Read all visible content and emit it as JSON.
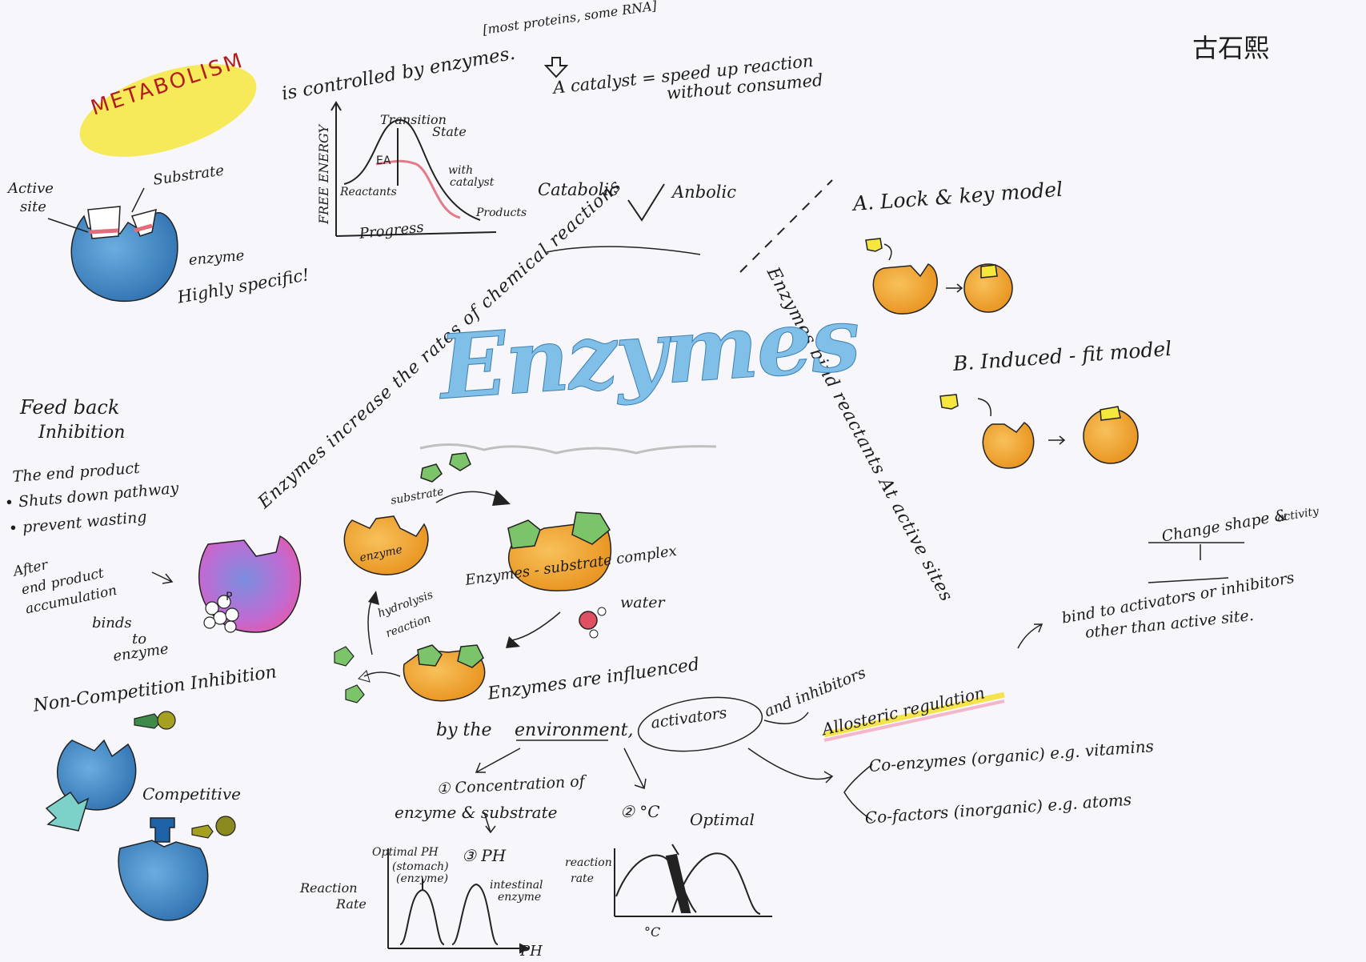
{
  "title": "Enzymes",
  "signature": "古石熙",
  "top": {
    "metabolism": "METABOLISM",
    "controlled": "is controlled by enzymes.",
    "proteins_note": "[most proteins, some RNA]",
    "catalyst_line1": "A catalyst = speed up reaction",
    "catalyst_line2": "without consumed"
  },
  "energy_graph": {
    "ylabel": "FREE ENERGY",
    "xlabel": "Progress",
    "transition": "Transition",
    "state": "State",
    "ea": "EA",
    "reactants": "Reactants",
    "with_catalyst_1": "with",
    "with_catalyst_2": "catalyst",
    "products": "Products"
  },
  "active_site": {
    "active_site_1": "Active",
    "active_site_2": "site",
    "substrate": "Substrate",
    "enzyme": "enzyme",
    "specific": "Highly specific!"
  },
  "catabolic": "Catabolic",
  "anabolic": "Anbolic",
  "rates_line": "Enzymes increase the rates of chemical reactions",
  "bind_line": "Enzymes bind reactants At active sites",
  "models": {
    "lock": "A. Lock & key model",
    "induced": "B. Induced - fit model"
  },
  "feedback": {
    "title1": "Feed back",
    "title2": "Inhibition",
    "line1": "The end product",
    "line2": "• Shuts down pathway",
    "line3": "• prevent wasting",
    "after1": "After",
    "after2": "end product",
    "after3": "accumulation",
    "binds1": "binds",
    "binds2": "to",
    "binds3": "enzyme",
    "p": "P"
  },
  "cycle": {
    "substrate": "substrate",
    "enzyme": "enzyme",
    "complex": "Enzymes - substrate complex",
    "water": "water",
    "hydrolysis1": "hydrolysis",
    "hydrolysis2": "reaction"
  },
  "inhibition": {
    "noncompetitive": "Non-Competition Inhibition",
    "competitive": "Competitive"
  },
  "environment": {
    "line1": "Enzymes are influenced",
    "by": "by the",
    "environment": "environment,",
    "activators": "activators",
    "inhibitors": "and inhibitors"
  },
  "factors": {
    "concentration1": "① Concentration of",
    "concentration2": "enzyme & substrate",
    "temp": "② °C",
    "ph": "③ PH"
  },
  "ph_graph": {
    "optimal_ph": "Optimal PH",
    "stomach": "(stomach)",
    "stomach_enzyme": "(enzyme)",
    "intestinal1": "intestinal",
    "intestinal2": "enzyme",
    "reaction": "Reaction",
    "rate": "Rate",
    "xlabel": "PH"
  },
  "temp_graph": {
    "optimal": "Optimal",
    "reaction": "reaction",
    "rate": "rate",
    "xlabel": "°C"
  },
  "allosteric": {
    "label": "Allosteric regulation",
    "change1": "Change shape &",
    "change2": "activity",
    "bind1": "bind to activators or inhibitors",
    "bind2": "other than active site."
  },
  "cofactors": {
    "coenzymes": "Co-enzymes (organic) e.g. vitamins",
    "cofactors": "Co-factors (inorganic) e.g. atoms"
  },
  "colors": {
    "enzyme_orange": "#f2a93b",
    "enzyme_blue": "#3f86c4",
    "substrate_green": "#7cc46a",
    "highlight_yellow": "#f5e23a",
    "pink": "#e36b7a",
    "purple": "#b46bd0"
  }
}
